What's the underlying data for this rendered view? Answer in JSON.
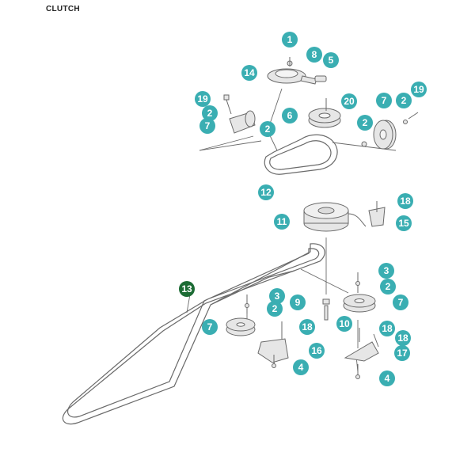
{
  "header": {
    "title": "CLUTCH"
  },
  "colors": {
    "callout": "#3aaeb2",
    "callout_highlight": "#1c6b34",
    "line": "#6a6a6a",
    "part_fill": "#e6e6e6"
  },
  "callouts": [
    {
      "id": "c1",
      "label": "1",
      "part": "screw"
    },
    {
      "id": "c8",
      "label": "8",
      "part": "washer"
    },
    {
      "id": "c5",
      "label": "5",
      "part": "bolt"
    },
    {
      "id": "c14",
      "label": "14",
      "part": "idler-arm"
    },
    {
      "id": "c19a",
      "label": "19",
      "part": "bolt"
    },
    {
      "id": "c2a",
      "label": "2",
      "part": "washer"
    },
    {
      "id": "c7a",
      "label": "7",
      "part": "pulley"
    },
    {
      "id": "c2b",
      "label": "2",
      "part": "washer"
    },
    {
      "id": "c20",
      "label": "20",
      "part": "bolt"
    },
    {
      "id": "c6",
      "label": "6",
      "part": "pulley"
    },
    {
      "id": "c7b",
      "label": "7",
      "part": "pulley"
    },
    {
      "id": "c2c",
      "label": "2",
      "part": "washer"
    },
    {
      "id": "c19b",
      "label": "19",
      "part": "bolt"
    },
    {
      "id": "c2d",
      "label": "2",
      "part": "washer"
    },
    {
      "id": "c12",
      "label": "12",
      "part": "belt"
    },
    {
      "id": "c18a",
      "label": "18",
      "part": "screw"
    },
    {
      "id": "c11",
      "label": "11",
      "part": "electric-clutch"
    },
    {
      "id": "c15",
      "label": "15",
      "part": "bracket"
    },
    {
      "id": "c3a",
      "label": "3",
      "part": "nut"
    },
    {
      "id": "c2e",
      "label": "2",
      "part": "washer"
    },
    {
      "id": "c13",
      "label": "13",
      "part": "belt"
    },
    {
      "id": "c3b",
      "label": "3",
      "part": "nut"
    },
    {
      "id": "c2f",
      "label": "2",
      "part": "washer"
    },
    {
      "id": "c9",
      "label": "9",
      "part": "spacer"
    },
    {
      "id": "c7c",
      "label": "7",
      "part": "pulley"
    },
    {
      "id": "c10",
      "label": "10",
      "part": "pin"
    },
    {
      "id": "c7d",
      "label": "7",
      "part": "pulley"
    },
    {
      "id": "c18b",
      "label": "18",
      "part": "screw"
    },
    {
      "id": "c18c",
      "label": "18",
      "part": "screw"
    },
    {
      "id": "c18d",
      "label": "18",
      "part": "screw"
    },
    {
      "id": "c16",
      "label": "16",
      "part": "bracket"
    },
    {
      "id": "c17",
      "label": "17",
      "part": "bracket"
    },
    {
      "id": "c4a",
      "label": "4",
      "part": "bolt"
    },
    {
      "id": "c4b",
      "label": "4",
      "part": "bolt"
    }
  ]
}
